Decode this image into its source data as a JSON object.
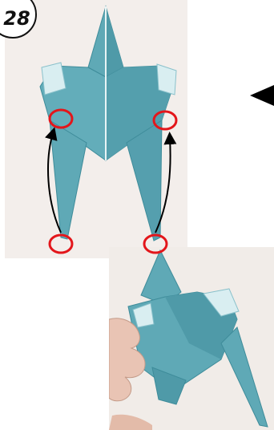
{
  "step": {
    "number": "28"
  },
  "colors": {
    "paper_blue": "#5fa9b6",
    "paper_light": "#d9eef1",
    "paper_dark": "#3e8c9a",
    "marker_red": "#e3161b",
    "background": "#f3eeeb"
  },
  "icons": {
    "direction": "black-triangle-pointing-left",
    "markers": "red-circle-outline",
    "arrows": "curved-black-arrow-up"
  }
}
